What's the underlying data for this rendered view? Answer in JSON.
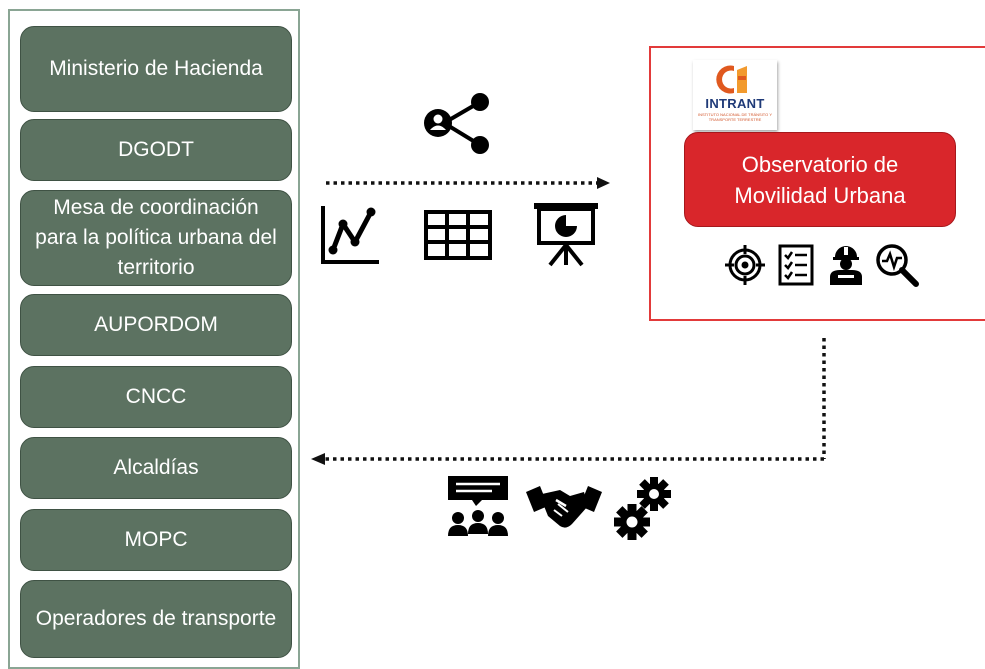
{
  "entities": [
    "Ministerio de Hacienda",
    "DGODT",
    "Mesa de coordinación para la política urbana del territorio",
    "AUPORDOM",
    "CNCC",
    "Alcaldías",
    "MOPC",
    "Operadores de transporte"
  ],
  "observatory": {
    "label": "Observatorio de Movilidad Urbana",
    "logo_text": "INTRANT",
    "logo_tagline": "INSTITUTO NACIONAL DE TRÁNSITO Y TRANSPORTE TERRESTRE",
    "logo_color": "#1f3a78",
    "accent_color": "#d9262b",
    "tool_icons": [
      "target-icon",
      "checklist-icon",
      "worker-icon",
      "analytics-search-icon"
    ]
  },
  "flow_to_observatory": {
    "icons": [
      "share-network-icon",
      "line-chart-icon",
      "table-icon",
      "presentation-icon"
    ]
  },
  "flow_to_entities": {
    "icons": [
      "meeting-icon",
      "handshake-icon",
      "gears-icon"
    ]
  },
  "colors": {
    "entity_fill": "#5c7261",
    "left_frame": "#8aa594",
    "right_frame": "#e23a3a"
  }
}
